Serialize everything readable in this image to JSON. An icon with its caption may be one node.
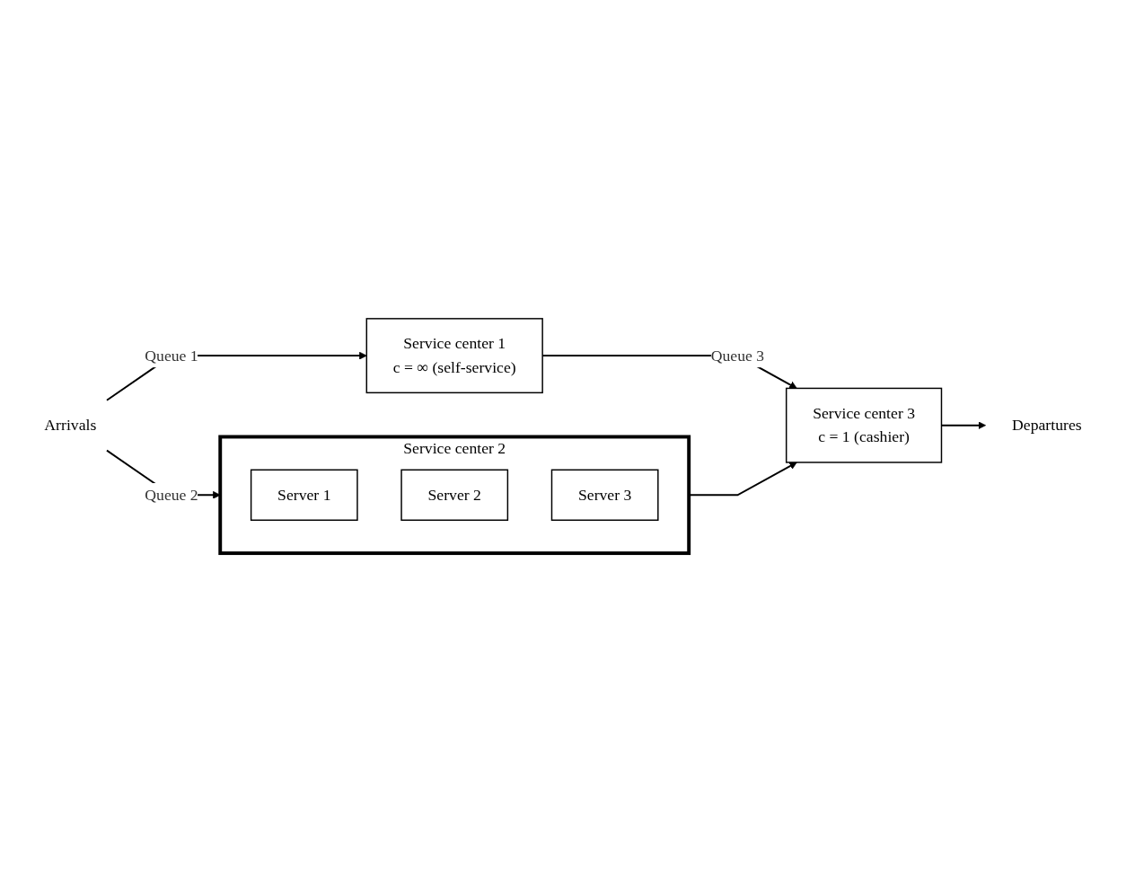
{
  "diagram": {
    "nodes": [
      {
        "text": [
          "Arrivals"
        ]
      },
      {
        "text": [
          "Service center 1",
          "c = ∞ (self-service)"
        ]
      },
      {
        "text": [
          "Service center 2"
        ]
      },
      {
        "text": [
          "Server 1"
        ],
        "in": 2
      },
      {
        "text": [
          "Server 2"
        ],
        "in": 2
      },
      {
        "text": [
          "Server 3"
        ],
        "in": 2
      },
      {
        "text": [
          "Service center 3",
          "c = 1 (cashier)"
        ]
      },
      {
        "text": [
          "Departures"
        ]
      }
    ],
    "edges": [
      {
        "from": 0,
        "to": 1,
        "arrow": "to",
        "label": "Queue 1"
      },
      {
        "from": 0,
        "to": 2,
        "arrow": "to",
        "label": "Queue 2"
      },
      {
        "from": 1,
        "to": 6,
        "arrow": "to",
        "label": "Queue 3"
      },
      {
        "from": 2,
        "to": 6,
        "arrow": "to"
      },
      {
        "from": 6,
        "to": 7,
        "arrow": "to"
      }
    ]
  }
}
